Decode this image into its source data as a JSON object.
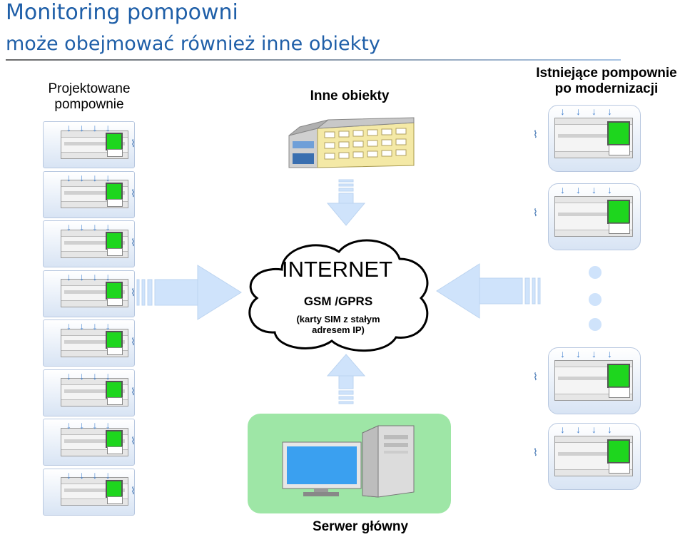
{
  "header": {
    "title": "Monitoring pompowni",
    "subtitle": "może obejmować również inne obiekty"
  },
  "columns": {
    "left_label": [
      "Projektowane",
      "pompownie"
    ],
    "middle_label": "Inne obiekty",
    "right_label": [
      "Istniejące  pompownie",
      "po modernizacji"
    ]
  },
  "cloud": {
    "title": "INTERNET",
    "subtitle": "GSM /GPRS",
    "note_line1": "(karty SIM  z stałym",
    "note_line2": "adresem IP)"
  },
  "server": {
    "label": "Serwer główny"
  },
  "colors": {
    "title": "#1f5fa8",
    "screen": "#1ed61e",
    "server_bg": "#9ee6a6",
    "arrow_fill": "#cfe3fb",
    "panel": "#d8e4f4"
  },
  "icons": [
    "controller-unit-icon",
    "antenna-icon",
    "building-icon",
    "computer-icon",
    "cloud-icon",
    "arrow-icon",
    "ellipsis-dot-icon"
  ]
}
